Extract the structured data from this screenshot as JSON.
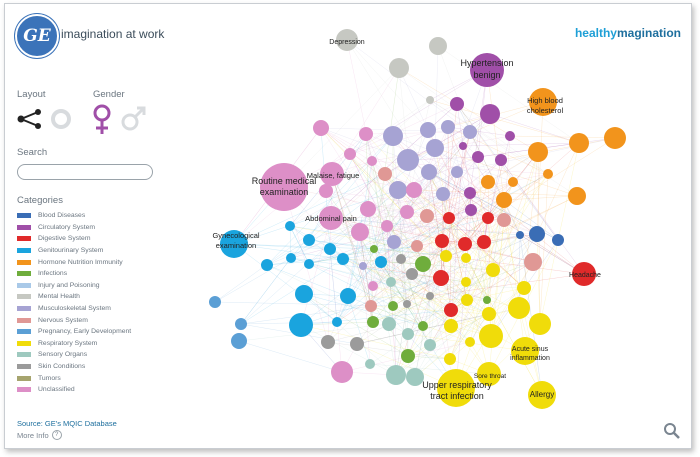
{
  "header": {
    "logo_text": "GE",
    "tagline": "imagination at work",
    "brand_part1": "healthy",
    "brand_part2": "magination"
  },
  "sidebar": {
    "layout_label": "Layout",
    "gender_label": "Gender",
    "search_label": "Search",
    "search_placeholder": "",
    "categories_label": "Categories",
    "categories": [
      {
        "label": "Blood Diseases",
        "color": "#3a6db5"
      },
      {
        "label": "Circulatory System",
        "color": "#a04fa8"
      },
      {
        "label": "Digestive System",
        "color": "#e02a2a"
      },
      {
        "label": "Genitourinary System",
        "color": "#1aa4de"
      },
      {
        "label": "Hormone Nutrition Immunity",
        "color": "#f2941c"
      },
      {
        "label": "Infections",
        "color": "#6fad3c"
      },
      {
        "label": "Injury and Poisoning",
        "color": "#a9c9e8"
      },
      {
        "label": "Mental Health",
        "color": "#c6c8c2"
      },
      {
        "label": "Musculoskeletal System",
        "color": "#a6a3d3"
      },
      {
        "label": "Nervous System",
        "color": "#e09895"
      },
      {
        "label": "Pregnancy, Early Development",
        "color": "#5b9fd5"
      },
      {
        "label": "Respiratory System",
        "color": "#f0dc0a"
      },
      {
        "label": "Sensory Organs",
        "color": "#9ec9bf"
      },
      {
        "label": "Skin Conditions",
        "color": "#9b9b9b"
      },
      {
        "label": "Tumors",
        "color": "#a6a46e"
      },
      {
        "label": "Unclassified",
        "color": "#dd8fc7"
      }
    ],
    "source_label": "Source: GE's MQIC Database",
    "more_info_label": "More Info",
    "more_info_icon": "question-icon"
  },
  "graph": {
    "labels": {
      "depression": "Depression",
      "hypertension_1": "Hypertension",
      "hypertension_2": "benign",
      "cholesterol_1": "High blood",
      "cholesterol_2": "cholesterol",
      "routine_1": "Routine medical",
      "routine_2": "examination",
      "malaise": "Malaise, fatigue",
      "abdominal": "Abdominal pain",
      "gyn_1": "Gynecological",
      "gyn_2": "examination",
      "headache": "Headache",
      "sinus_1": "Acute sinus",
      "sinus_2": "inflammation",
      "sore_throat": "Sore throat",
      "uri_1": "Upper respiratory",
      "uri_2": "tract infection",
      "allergy": "Allergy"
    }
  }
}
